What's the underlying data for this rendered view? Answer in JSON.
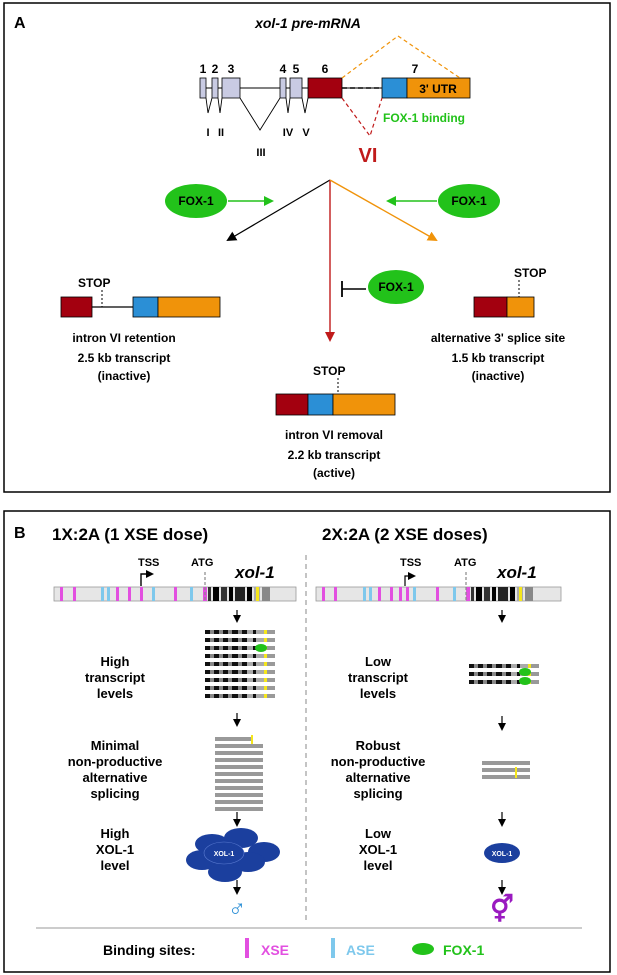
{
  "panel_a": {
    "letter": "A",
    "title": "xol-1 pre-mRNA",
    "exons": [
      "1",
      "2",
      "3",
      "4",
      "5",
      "6",
      "7"
    ],
    "utr": "3' UTR",
    "introns": [
      "I",
      "II",
      "III",
      "IV",
      "V"
    ],
    "intron_vi": "VI",
    "fox1_binding": "FOX-1 binding",
    "fox1": "FOX-1",
    "stop": "STOP",
    "left": {
      "line1": "intron VI retention",
      "line2": "2.5 kb transcript",
      "line3": "(inactive)"
    },
    "center": {
      "line1": "intron VI removal",
      "line2": "2.2 kb transcript",
      "line3": "(active)"
    },
    "right": {
      "line1": "alternative 3' splice site",
      "line2": "1.5 kb transcript",
      "line3": "(inactive)"
    }
  },
  "panel_b": {
    "letter": "B",
    "left_title": "1X:2A (1 XSE dose)",
    "right_title": "2X:2A (2 XSE doses)",
    "tss": "TSS",
    "atg": "ATG",
    "gene": "xol-1",
    "left_steps": {
      "s1": [
        "High",
        "transcript",
        "levels"
      ],
      "s2": [
        "Minimal",
        "non-productive",
        "alternative",
        "splicing"
      ],
      "s3": [
        "High",
        "XOL-1",
        "level"
      ]
    },
    "right_steps": {
      "s1": [
        "Low",
        "transcript",
        "levels"
      ],
      "s2": [
        "Robust",
        "non-productive",
        "alternative",
        "splicing"
      ],
      "s3": [
        "Low",
        "XOL-1",
        "level"
      ]
    },
    "xol1_protein": "XOL-1",
    "male_symbol": "♂",
    "herm_symbol": "⚥",
    "legend_title": "Binding sites:",
    "legend_xse": "XSE",
    "legend_ase": "ASE",
    "legend_fox1": "FOX-1"
  },
  "colors": {
    "exon_light": "#c9cbe3",
    "exon6": "#a3000f",
    "blue": "#2b8fd6",
    "orange": "#f0930a",
    "green": "#22c21a",
    "vi_red": "#c01a1a",
    "xse": "#e24fe0",
    "ase": "#7ec8ec",
    "protein": "#1b3f9e",
    "herm": "#9a1ac0"
  }
}
